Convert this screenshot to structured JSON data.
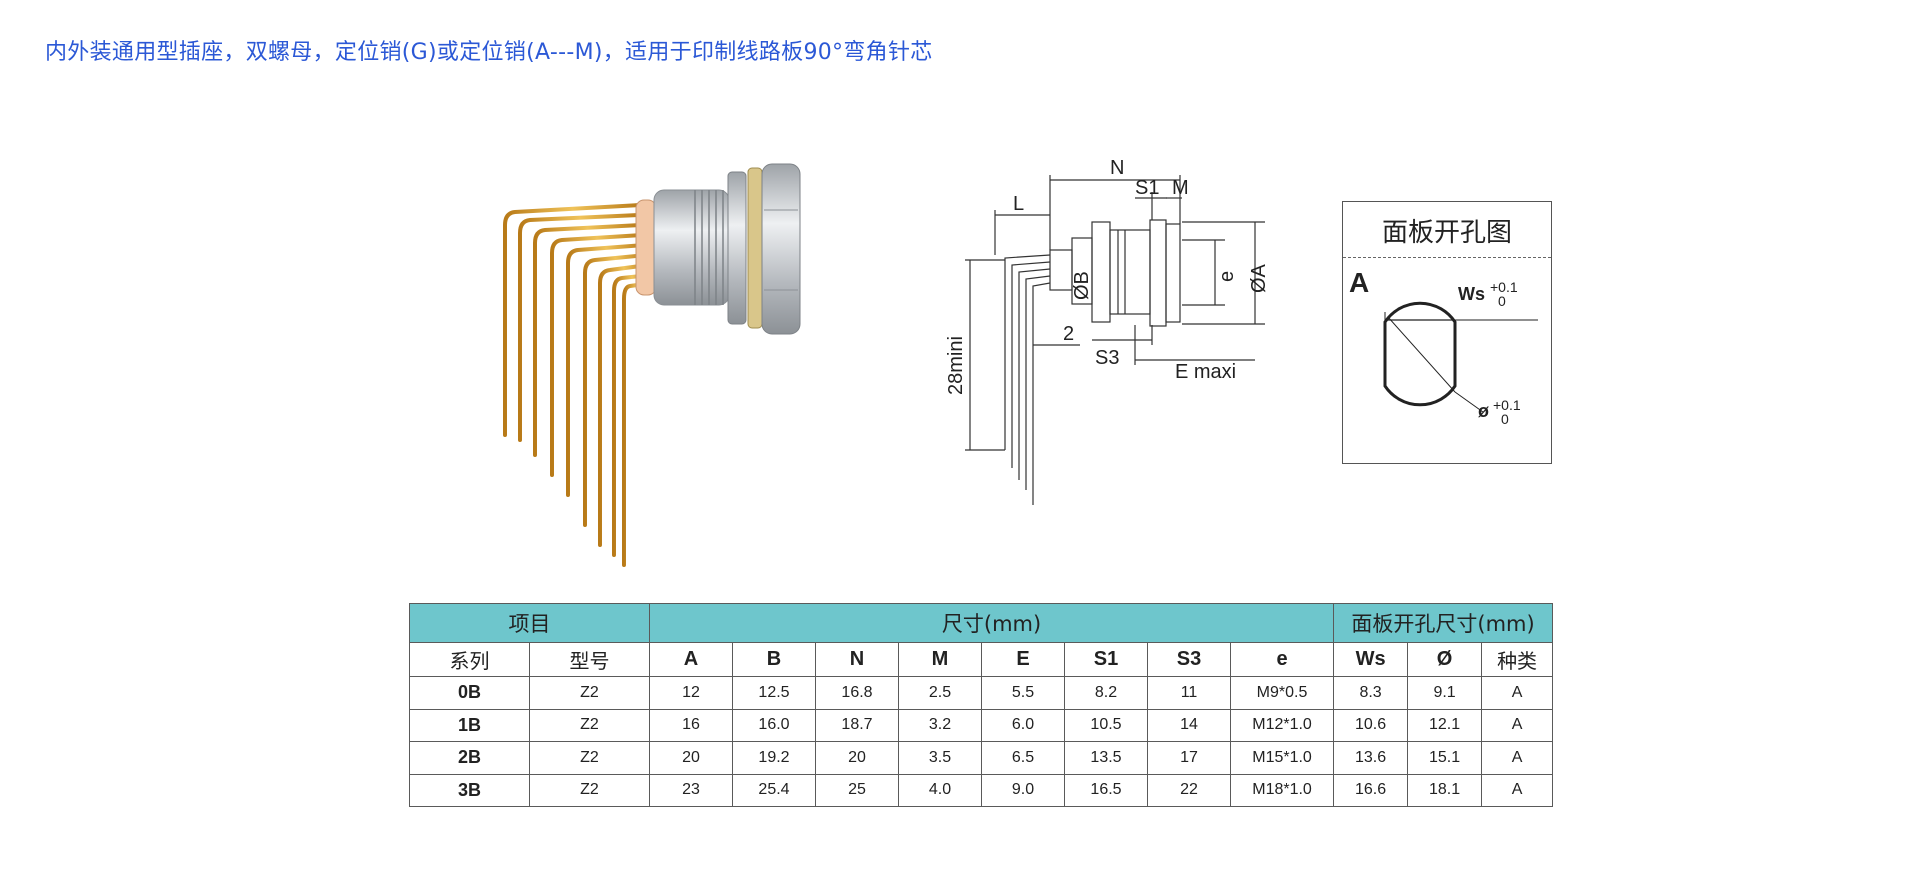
{
  "page_title": "内外装通用型插座，双螺母，定位销(G)或定位销(A---M)，适用于印制线路板90°弯角针芯",
  "drawing": {
    "label_n": "N",
    "label_l": "L",
    "label_s1": "S1",
    "label_m": "M",
    "label_b": "ØB",
    "label_e_small": "e",
    "label_a": "ØA",
    "label_2": "2",
    "label_s3": "S3",
    "label_emaxi": "E maxi",
    "label_28": "28mini"
  },
  "cutout": {
    "title": "面板开孔图",
    "type_label": "A",
    "ws_label": "Ws",
    "ws_tol_upper": "+0.1",
    "ws_tol_lower": "0",
    "dia_label": "ø",
    "dia_tol_upper": "+0.1",
    "dia_tol_lower": "0"
  },
  "table": {
    "group_headers": [
      "项目",
      "尺寸(mm)",
      "面板开孔尺寸(mm)"
    ],
    "columns": [
      "系列",
      "型号",
      "A",
      "B",
      "N",
      "M",
      "E",
      "S1",
      "S3",
      "e",
      "Ws",
      "Ø",
      "种类"
    ],
    "rows": [
      [
        "0B",
        "Z2",
        "12",
        "12.5",
        "16.8",
        "2.5",
        "5.5",
        "8.2",
        "11",
        "M9*0.5",
        "8.3",
        "9.1",
        "A"
      ],
      [
        "1B",
        "Z2",
        "16",
        "16.0",
        "18.7",
        "3.2",
        "6.0",
        "10.5",
        "14",
        "M12*1.0",
        "10.6",
        "12.1",
        "A"
      ],
      [
        "2B",
        "Z2",
        "20",
        "19.2",
        "20",
        "3.5",
        "6.5",
        "13.5",
        "17",
        "M15*1.0",
        "13.6",
        "15.1",
        "A"
      ],
      [
        "3B",
        "Z2",
        "23",
        "25.4",
        "25",
        "4.0",
        "9.0",
        "16.5",
        "22",
        "M18*1.0",
        "16.6",
        "18.1",
        "A"
      ]
    ]
  },
  "colors": {
    "title_blue": "#2b58d6",
    "header_teal": "#6ec6cc",
    "gold": "#d99a2b",
    "metal": "#c9ccd0"
  }
}
